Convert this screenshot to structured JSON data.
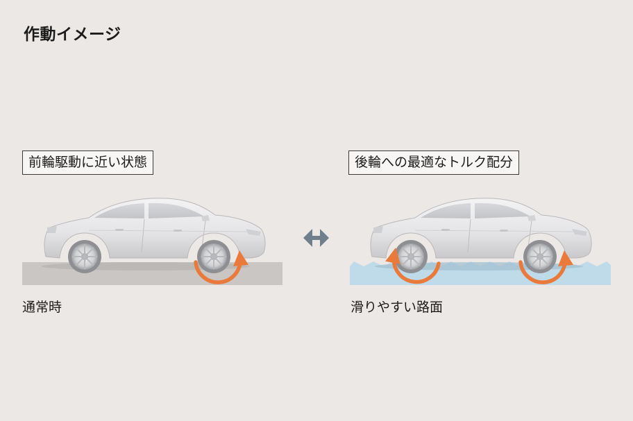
{
  "title": "作動イメージ",
  "left_panel": {
    "label": "前輪駆動に近い状態",
    "caption": "通常時"
  },
  "right_panel": {
    "label": "後輪への最適なトルク配分",
    "caption": "滑りやすい路面"
  },
  "colors": {
    "background": "#ece8e5",
    "car_body": "#e9e9ea",
    "dry_road": "#c9c6c3",
    "slippery_road": "#bfdbe9",
    "rotation_arrow": "#e97a3b",
    "switch_arrow": "#6f7f8c"
  }
}
